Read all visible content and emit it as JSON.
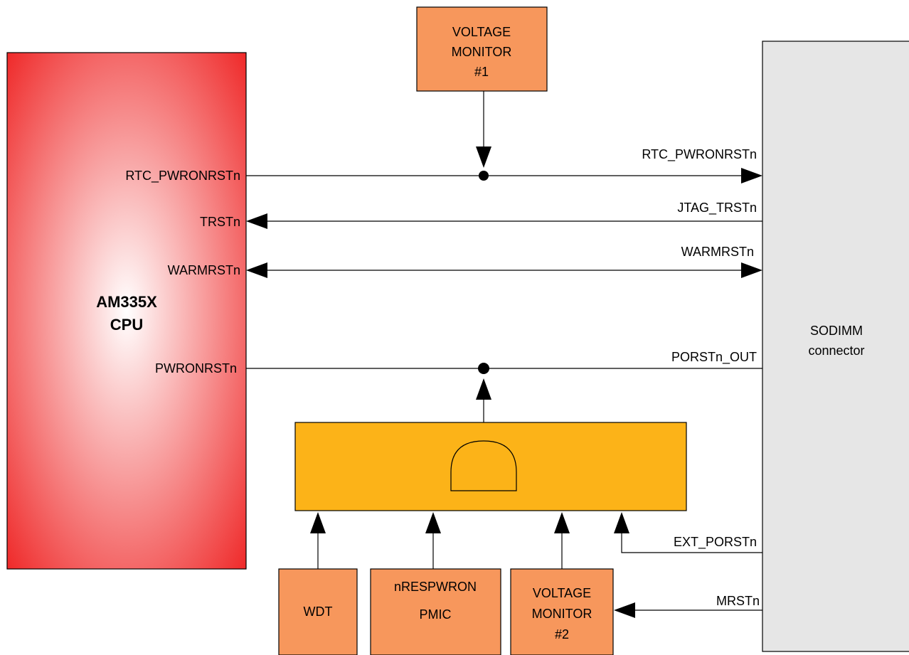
{
  "colors": {
    "cpu_edge": "#ee1c1c",
    "cpu_center": "#ffffff",
    "monitor": "#f7975c",
    "and_gate_box": "#fcb318",
    "connector": "#e6e6e6",
    "wire": "#000000"
  },
  "cpu": {
    "name_line1": "AM335X",
    "name_line2": "CPU",
    "pins": {
      "rtc": "RTC_PWRONRSTn",
      "trst": "TRSTn",
      "warm": "WARMRSTn",
      "pwron": "PWRONRSTn"
    }
  },
  "voltage_monitor_1": {
    "line1": "VOLTAGE",
    "line2": "MONITOR",
    "line3": "#1"
  },
  "voltage_monitor_2": {
    "line1": "VOLTAGE",
    "line2": "MONITOR",
    "line3": "#2"
  },
  "wdt": {
    "label": "WDT"
  },
  "pmic": {
    "line1": "nRESPWRON",
    "line2": "PMIC"
  },
  "connector": {
    "line1": "SODIMM",
    "line2": "connector"
  },
  "signals": {
    "rtc": "RTC_PWRONRSTn",
    "jtag": "JTAG_TRSTn",
    "warm": "WARMRSTn",
    "porst_out": "PORSTn_OUT",
    "ext_porst": "EXT_PORSTn",
    "mrst": "MRSTn"
  },
  "icons": [
    "and-gate-icon"
  ]
}
